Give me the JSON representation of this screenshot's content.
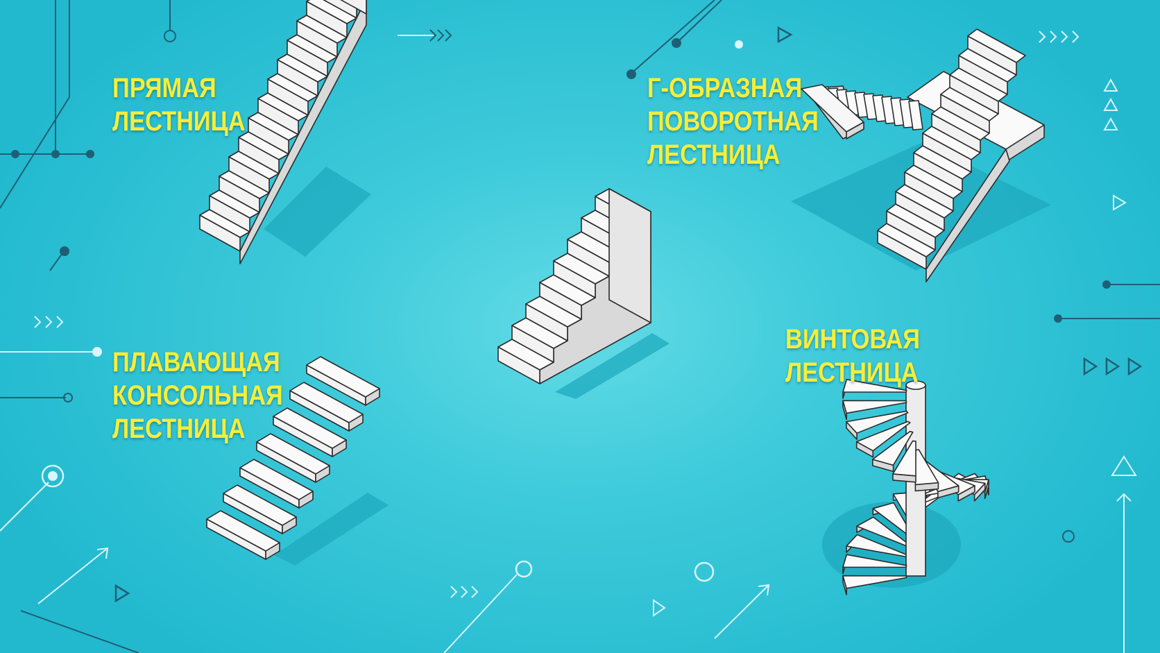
{
  "labels": {
    "straight": {
      "line1": "ПРЯМАЯ",
      "line2": "ЛЕСТНИЦА"
    },
    "l_shaped": {
      "line1": "Г-ОБРАЗНАЯ",
      "line2": "ПОВОРОТНАЯ",
      "line3": "ЛЕСТНИЦА"
    },
    "floating": {
      "line1": "ПЛАВАЮЩАЯ",
      "line2": "КОНСОЛЬНАЯ",
      "line3": "ЛЕСТНИЦА"
    },
    "spiral": {
      "line1": "ВИНТОВАЯ",
      "line2": "ЛЕСТНИЦА"
    }
  },
  "colors": {
    "background": "#2ec3d6",
    "label_text": "#f5ee3a",
    "stair_face": "#f2f2f2",
    "stair_side": "#d9d9d9",
    "stair_outline": "#2b2b2b",
    "shadow": "#1faabf",
    "decor_line": "#1f5f75",
    "decor_light": "#d8f6fb"
  },
  "icons": [
    "arrow-chevrons-icon",
    "triangle-icon",
    "circle-node-icon"
  ]
}
